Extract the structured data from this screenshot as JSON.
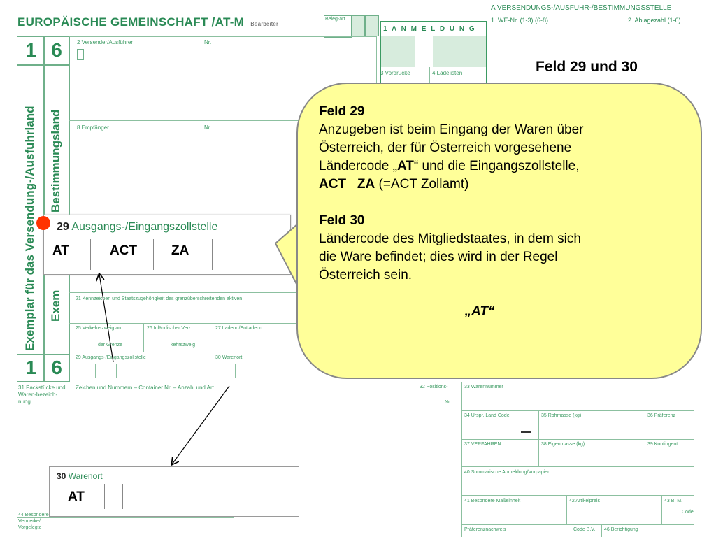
{
  "form": {
    "title": "EUROPÄISCHE GEMEINSCHAFT",
    "title_code": "/AT-M",
    "title_sub": "Bearbeiter",
    "beleg_art": "Beleg-art",
    "anmeldung": "1  A N M E L D U N G",
    "right_header_a": "A VERSENDUNGS-/AUSFUHR-/BESTIMMUNGSSTELLE",
    "right_header_1": "1. WE-Nr. (1-3) (6-8)",
    "right_header_2": "2. Ablagezahl (1-6)",
    "num_1": "1",
    "num_6": "6",
    "vertical_main": "Exemplar für das Versendung-/Ausfuhrland",
    "vertical_second": "Bestimmungsland",
    "vertical_third": "Exem",
    "field_2": "2 Versender/Ausführer",
    "nr": "Nr.",
    "field_3": "3 Vordrucke",
    "field_4": "4 Ladelisten",
    "field_8": "8 Empfänger",
    "field_21": "21 Kennzeichen und Staatszugehörigkeit des grenzüberschreitenden aktiven",
    "field_25": "25 Verkehrszweig an",
    "field_25b": "der Grenze",
    "field_26": "26 Inländischer Ver-",
    "field_26b": "kehrszweig",
    "field_27": "27 Ladeort/Entladeort",
    "field_29_small": "29 Ausgangs-/Eingangszollstelle",
    "field_30_small": "30 Warenort",
    "field_31": "31 Packstücke und Waren-bezeich-nung",
    "field_31_text": "Zeichen und Nummern – Container Nr. – Anzahl und Art",
    "field_32": "32 Positions-",
    "field_32b": "Nr.",
    "field_33": "33 Warennummer",
    "field_34": "34 Urspr. Land Code",
    "field_35": "35 Rohmasse (kg)",
    "field_36": "36 Präferenz",
    "field_37": "37 VERFAHREN",
    "field_38": "38 Eigenmasse (kg)",
    "field_39": "39 Kontingent",
    "field_40": "40 Summarische Anmeldung/Vorpapier",
    "field_41": "41 Besondere Maßeinheit",
    "field_42": "42 Artikelpreis",
    "field_43": "43 B. M.",
    "field_43b": "Code",
    "field_44": "44 Besondere Vermerke/ Vorgelegte",
    "field_pref": "Präferenznachweis",
    "field_code_bv": "Code B.V.",
    "field_46": "46 Berichtigung"
  },
  "heading": "Feld 29 und 30",
  "callout29": {
    "label_num": "29",
    "label_text": "Ausgangs-/Eingangszollstelle",
    "code1": "AT",
    "code2": "ACT",
    "code3": "ZA"
  },
  "callout30": {
    "label_num": "30",
    "label_text": "Warenort",
    "code1": "AT"
  },
  "bubble": {
    "feld29_title": "Feld 29",
    "feld29_line1": "Anzugeben ist beim Eingang der Waren über",
    "feld29_line2": "Österreich, der für Österreich vorgesehene",
    "feld29_line3_pre": "Ländercode „",
    "feld29_line3_bold": "AT",
    "feld29_line3_post": "“ und die Eingangszollstelle,",
    "feld29_line4_bold1": "ACT",
    "feld29_line4_bold2": "ZA",
    "feld29_line4_post": " (=ACT Zollamt)",
    "feld30_title": "Feld 30",
    "feld30_line1": "Ländercode des Mitgliedstaates, in dem sich",
    "feld30_line2": "die Ware befindet; dies wird in der Regel",
    "feld30_line3": "Österreich sein.",
    "feld30_code": "„AT“"
  },
  "colors": {
    "form_green": "#2a8a55",
    "bubble_yellow": "#ffff99",
    "marker_red": "#ff3300"
  }
}
